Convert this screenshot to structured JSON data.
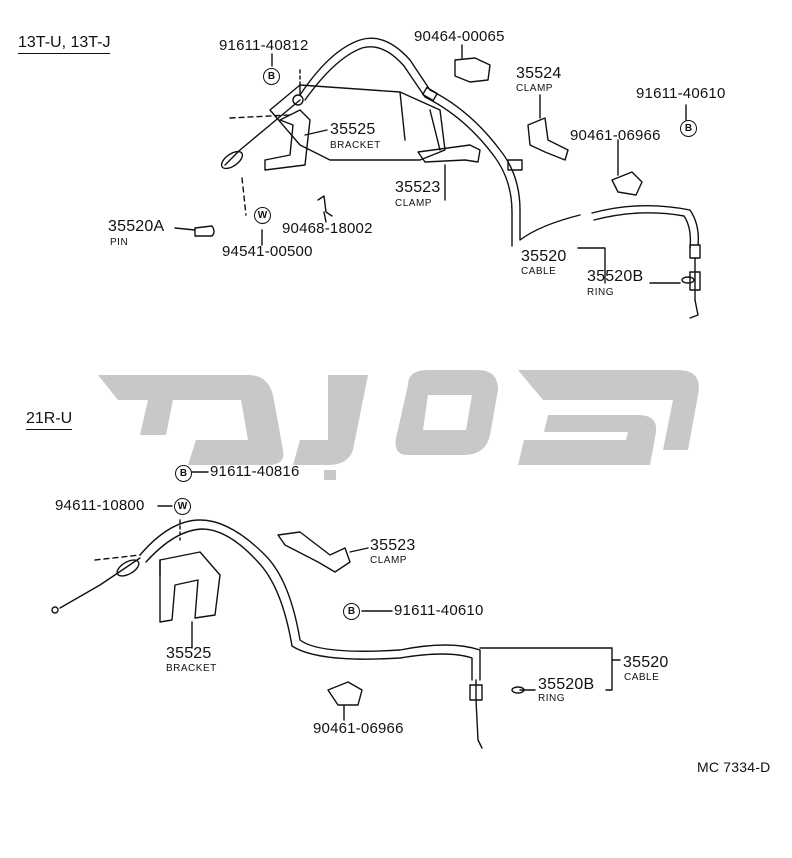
{
  "sections": {
    "top": "13T-U, 13T-J",
    "bottom": "21R-U"
  },
  "badges": {
    "bolt": "B",
    "washer": "W"
  },
  "top_parts": {
    "p91611_40812": "91611-40812",
    "p90464_00065": "90464-00065",
    "p35524": "35524",
    "p35524_sub": "CLAMP",
    "p91611_40610": "91611-40610",
    "p90461_06966": "90461-06966",
    "p35525": "35525",
    "p35525_sub": "BRACKET",
    "p35523": "35523",
    "p35523_sub": "CLAMP",
    "p35520A": "35520A",
    "p35520A_sub": "PIN",
    "p90468_18002": "90468-18002",
    "p94541_00500": "94541-00500",
    "p35520": "35520",
    "p35520_sub": "CABLE",
    "p35520B": "35520B",
    "p35520B_sub": "RING"
  },
  "bottom_parts": {
    "p91611_40816": "91611-40816",
    "p94611_10800": "94611-10800",
    "p35523": "35523",
    "p35523_sub": "CLAMP",
    "p91611_40610": "91611-40610",
    "p35525": "35525",
    "p35525_sub": "BRACKET",
    "p35520": "35520",
    "p35520_sub": "CABLE",
    "p35520B": "35520B",
    "p35520B_sub": "RING",
    "p90461_06966": "90461-06966"
  },
  "footer": {
    "code": "MC 7334-D"
  },
  "colors": {
    "ink": "#111111",
    "watermark": "#c8c8c8"
  }
}
